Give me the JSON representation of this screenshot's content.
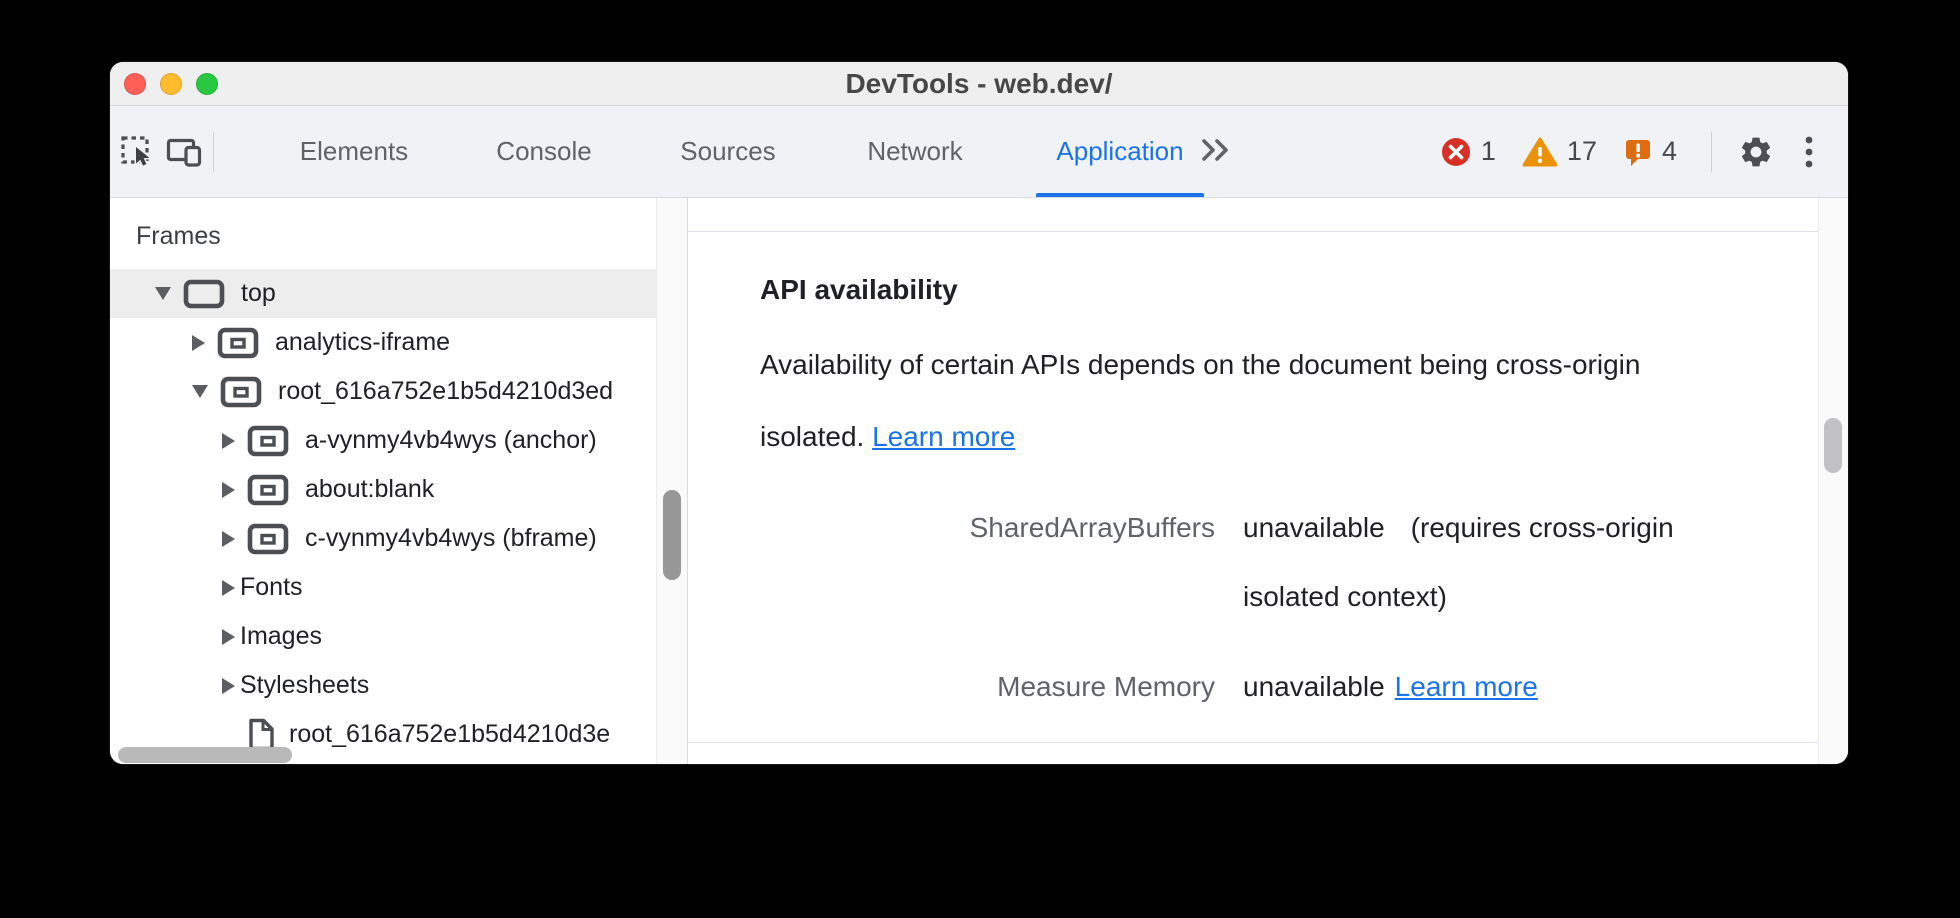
{
  "window": {
    "title": "DevTools - web.dev/"
  },
  "toolbar": {
    "tabs": [
      {
        "label": "Elements",
        "active": false
      },
      {
        "label": "Console",
        "active": false
      },
      {
        "label": "Sources",
        "active": false
      },
      {
        "label": "Network",
        "active": false
      },
      {
        "label": "Application",
        "active": true
      }
    ],
    "badges": {
      "errors": "1",
      "warnings": "17",
      "issues": "4"
    },
    "colors": {
      "active_tab": "#1a73e8",
      "error": "#d93025",
      "warning": "#ec9208",
      "issue": "#dd6d10"
    }
  },
  "sidebar": {
    "header": "Frames",
    "tree": [
      {
        "label": "top",
        "selected": true,
        "expanded": true
      },
      {
        "label": "analytics-iframe",
        "expanded": false
      },
      {
        "label": "root_616a752e1b5d4210d3ed",
        "expanded": true
      },
      {
        "label": "a-vynmy4vb4wys (anchor)",
        "expanded": false
      },
      {
        "label": "about:blank",
        "expanded": false
      },
      {
        "label": "c-vynmy4vb4wys (bframe)",
        "expanded": false
      },
      {
        "label": "Fonts",
        "expanded": false
      },
      {
        "label": "Images",
        "expanded": false
      },
      {
        "label": "Stylesheets",
        "expanded": false
      },
      {
        "label": "root_616a752e1b5d4210d3e",
        "expanded": false
      }
    ]
  },
  "content": {
    "section_title": "API availability",
    "description": {
      "line1": "Availability of certain APIs depends on the document being cross-origin",
      "line2": "isolated.",
      "link": "Learn more"
    },
    "fields": [
      {
        "key": "SharedArrayBuffers",
        "value": "unavailable",
        "note_line1": "(requires cross-origin",
        "note_line2": "isolated context)"
      },
      {
        "key": "Measure Memory",
        "value": "unavailable",
        "link": "Learn more"
      }
    ]
  }
}
